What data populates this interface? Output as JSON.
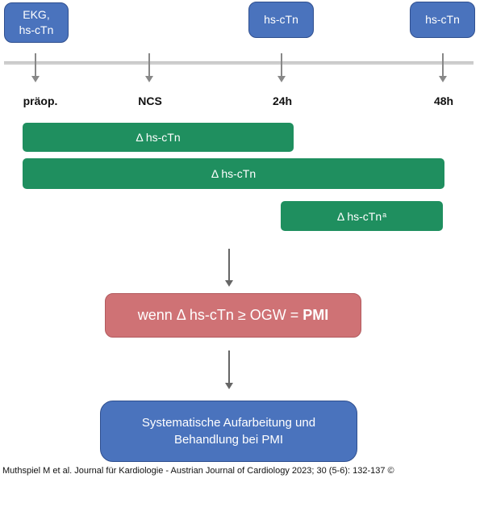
{
  "top_boxes": [
    {
      "line1": "EKG,",
      "line2": "hs-cTn"
    },
    {
      "label": "hs-cTn"
    },
    {
      "label": "hs-cTn"
    }
  ],
  "timepoints": [
    "präop.",
    "NCS",
    "24h",
    "48h"
  ],
  "bars": [
    {
      "label": "Δ hs-cTn"
    },
    {
      "label": "Δ hs-cTn"
    },
    {
      "label": "Δ hs-cTn",
      "superscript": "a"
    }
  ],
  "condition": {
    "text": "wenn Δ hs-cTn ≥ OGW = ",
    "bold": "PMI"
  },
  "result": {
    "line1": "Systematische Aufarbeitung und",
    "line2": "Behandlung bei PMI"
  },
  "citation": "Muthspiel M et al. Journal für Kardiologie - Austrian Journal of Cardiology 2023; 30 (5-6): 132-137 ©",
  "colors": {
    "blue": "#4a73bd",
    "green": "#1f8f5f",
    "pink": "#cf7275",
    "timeline": "#cfcfcf"
  }
}
